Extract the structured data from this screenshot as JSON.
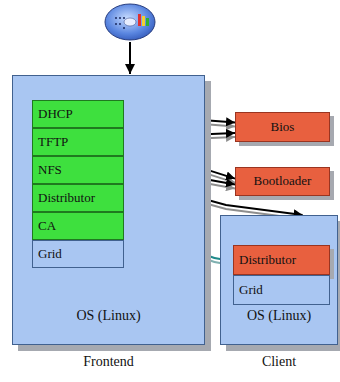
{
  "diagram": {
    "nodes": [
      {
        "text": [
          "Frontend",
          "OS (Linux)"
        ]
      },
      {
        "text": [
          "DHCP"
        ],
        "in": 0
      },
      {
        "text": [
          "TFTP"
        ],
        "in": 0
      },
      {
        "text": [
          "NFS"
        ],
        "in": 0
      },
      {
        "text": [
          "Distributor"
        ],
        "in": 0
      },
      {
        "text": [
          "CA"
        ],
        "in": 0
      },
      {
        "text": [
          "Grid"
        ],
        "in": 0
      },
      {
        "text": [
          "Bios"
        ]
      },
      {
        "text": [
          "Bootloader"
        ]
      },
      {
        "text": [
          "Client",
          "OS (Linux)"
        ]
      },
      {
        "text": [
          "Distributor"
        ],
        "in": 9
      },
      {
        "text": [
          "Grid"
        ],
        "in": 9
      }
    ],
    "edges": [
      {
        "from": 1,
        "to": 7,
        "arrow": "both"
      },
      {
        "from": 2,
        "to": 7,
        "arrow": "both"
      },
      {
        "from": 2,
        "to": 8,
        "arrow": "both"
      },
      {
        "from": 3,
        "to": 8,
        "arrow": "both"
      },
      {
        "from": 3,
        "to": 9,
        "arrow": "to"
      },
      {
        "from": 4,
        "to": 10,
        "arrow": "both"
      }
    ]
  }
}
